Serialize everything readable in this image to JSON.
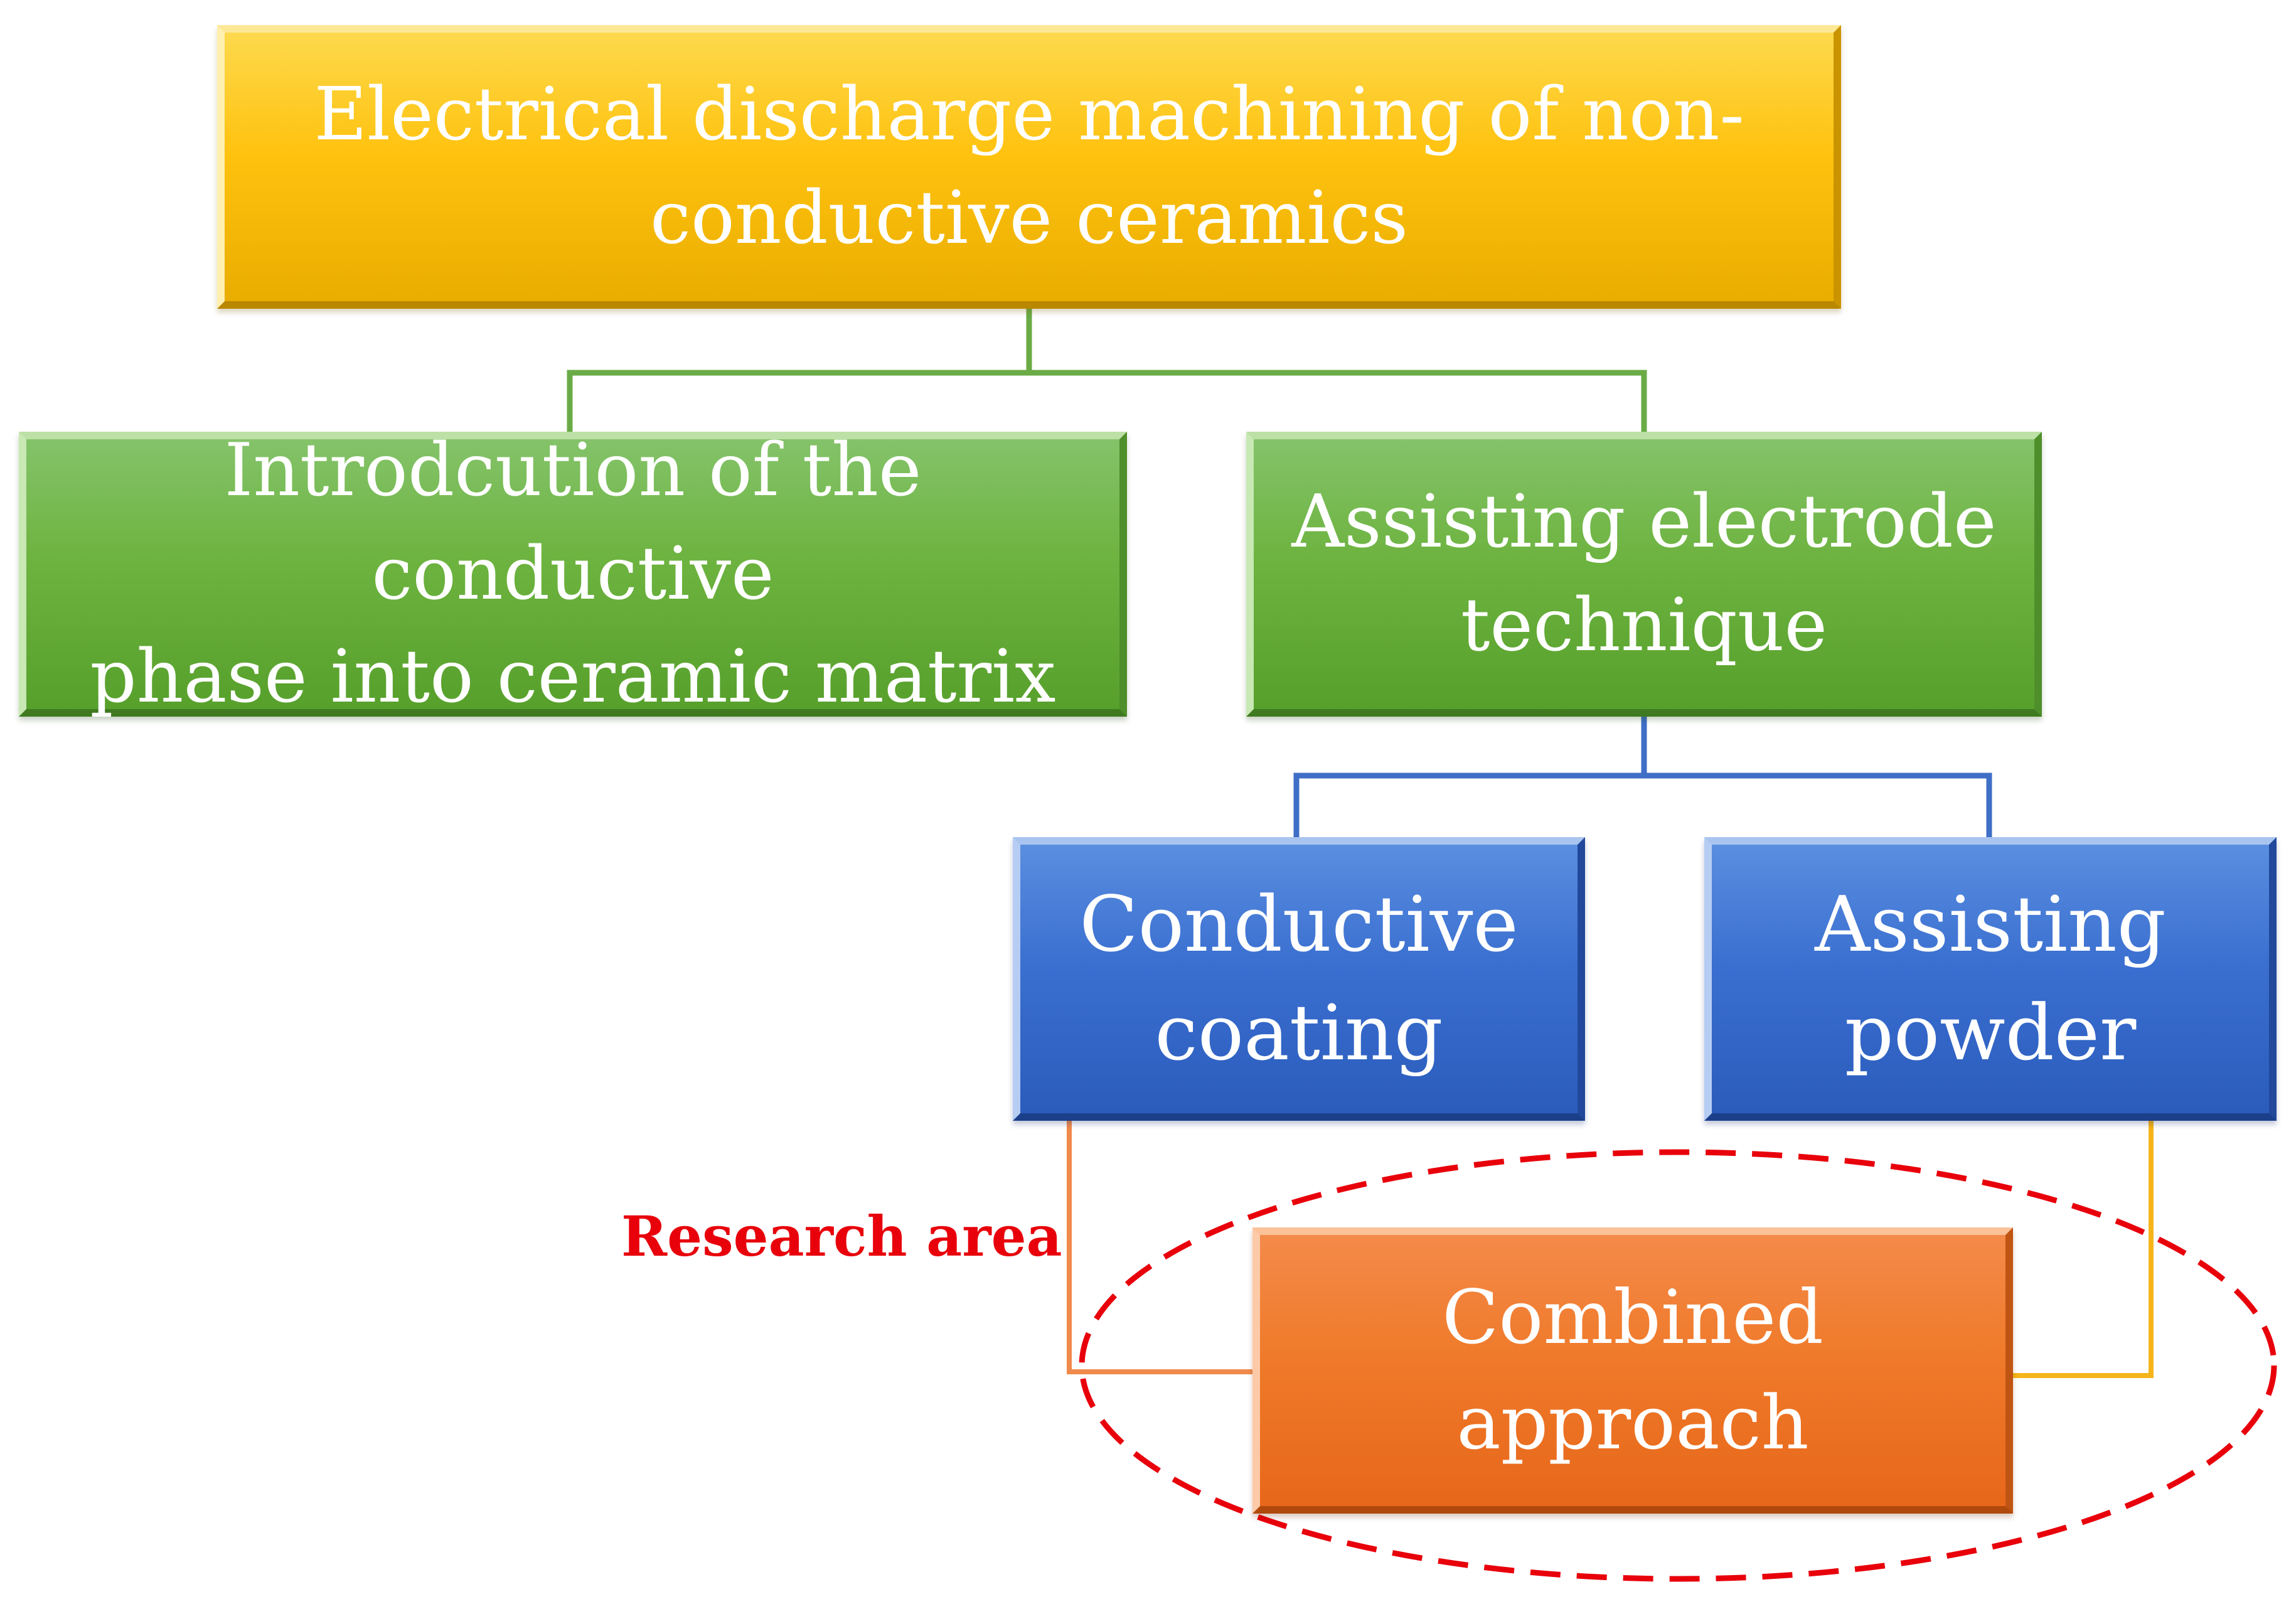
{
  "nodes": {
    "root": {
      "label": "Electrical discharge machining of non-\nconductive ceramics"
    },
    "conductive_phase": {
      "label": "Introdcution of the conductive\nphase into ceramic matrix"
    },
    "assisting_electrode": {
      "label": "Assisting electrode\ntechnique"
    },
    "conductive_coating": {
      "label": "Conductive\ncoating"
    },
    "assisting_powder": {
      "label": "Assisting\npowder"
    },
    "combined_approach": {
      "label": "Combined approach"
    }
  },
  "annotation": {
    "research_area": "Research area"
  },
  "colors": {
    "level1_fill": "#ffc20f",
    "level2_fill": "#6db33f",
    "level3_fill": "#3a6fd0",
    "combined_fill": "#ef7a2a",
    "green_connector": "#6aab46",
    "blue_connector": "#3f6fc6",
    "coating_connector": "#f08a4c",
    "powder_connector": "#f5b51a",
    "highlight_ellipse": "#e8000b"
  }
}
